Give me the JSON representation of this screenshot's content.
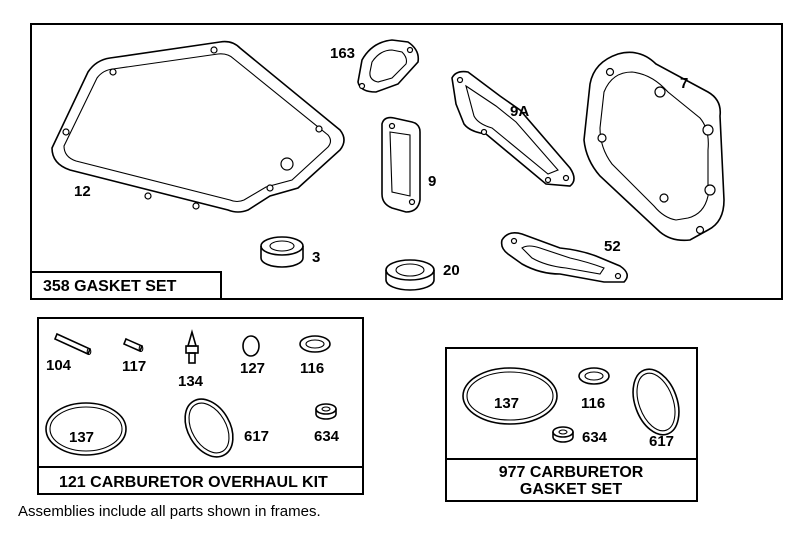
{
  "frames": {
    "gasket_set": {
      "title": "358 GASKET SET"
    },
    "overhaul_kit": {
      "title": "121 CARBURETOR OVERHAUL KIT"
    },
    "carb_gasket_set": {
      "title_line1": "977 CARBURETOR",
      "title_line2": "GASKET SET"
    }
  },
  "parts": {
    "crankcase_gasket": "12",
    "seal_3": "3",
    "gasket_163": "163",
    "gasket_9": "9",
    "gasket_9a": "9A",
    "seal_20": "20",
    "head_gasket": "7",
    "exhaust_gasket": "52",
    "kit_104": "104",
    "kit_117": "117",
    "kit_134": "134",
    "kit_127": "127",
    "kit_116": "116",
    "kit_137": "137",
    "kit_617": "617",
    "kit_634": "634",
    "set_137": "137",
    "set_116": "116",
    "set_634": "634",
    "set_617": "617"
  },
  "footer": "Assemblies include all parts shown in frames."
}
